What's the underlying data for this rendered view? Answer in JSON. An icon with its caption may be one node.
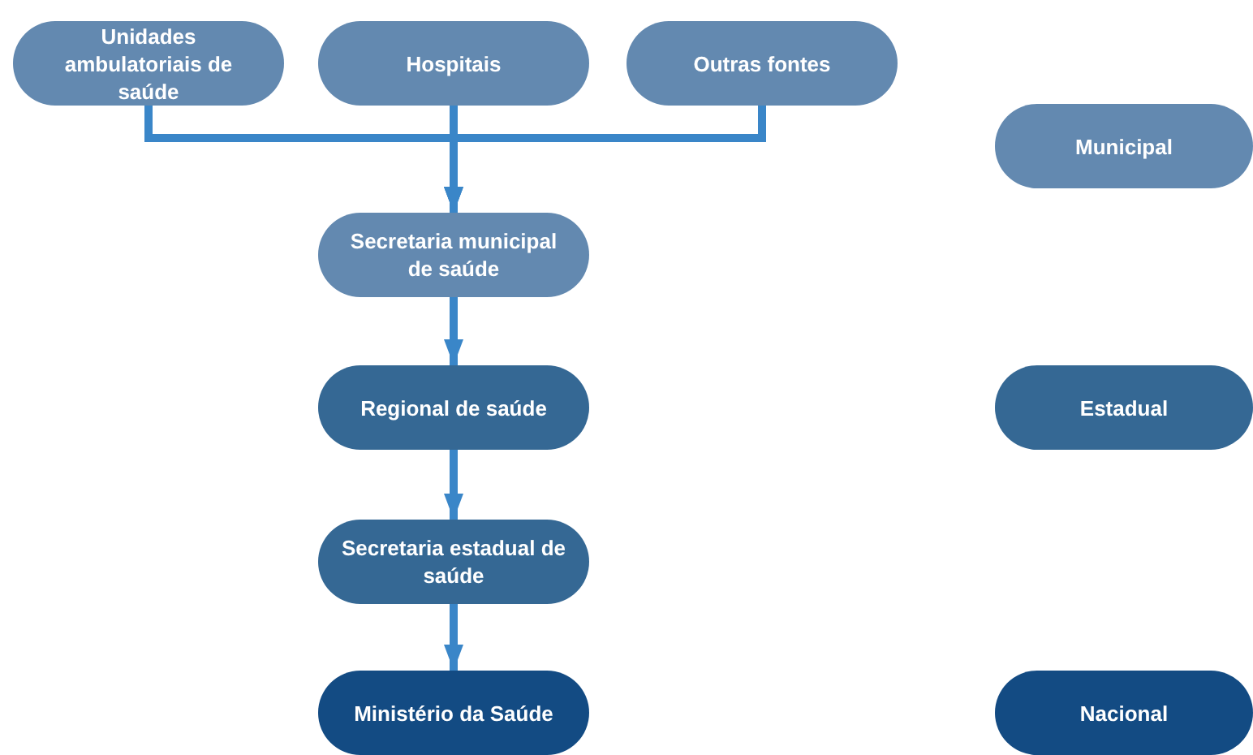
{
  "diagram": {
    "nodes": [
      {
        "text": [
          "Unidades ambulatoriais de saúde"
        ]
      },
      {
        "text": [
          "Hospitais"
        ]
      },
      {
        "text": [
          "Outras fontes"
        ]
      },
      {
        "text": [
          "Municipal"
        ]
      },
      {
        "text": [
          "Secretaria municipal de saúde"
        ]
      },
      {
        "text": [
          "Regional de saúde"
        ]
      },
      {
        "text": [
          "Estadual"
        ]
      },
      {
        "text": [
          "Secretaria estadual de saúde"
        ]
      },
      {
        "text": [
          "Ministério da Saúde"
        ]
      },
      {
        "text": [
          "Nacional"
        ]
      }
    ],
    "edges": [
      {
        "from": 0,
        "to": 4,
        "arrow": "to"
      },
      {
        "from": 1,
        "to": 4,
        "arrow": "to"
      },
      {
        "from": 2,
        "to": 4,
        "arrow": "to"
      },
      {
        "from": 4,
        "to": 5,
        "arrow": "to"
      },
      {
        "from": 5,
        "to": 7,
        "arrow": "to"
      },
      {
        "from": 7,
        "to": 8,
        "arrow": "to"
      }
    ]
  }
}
